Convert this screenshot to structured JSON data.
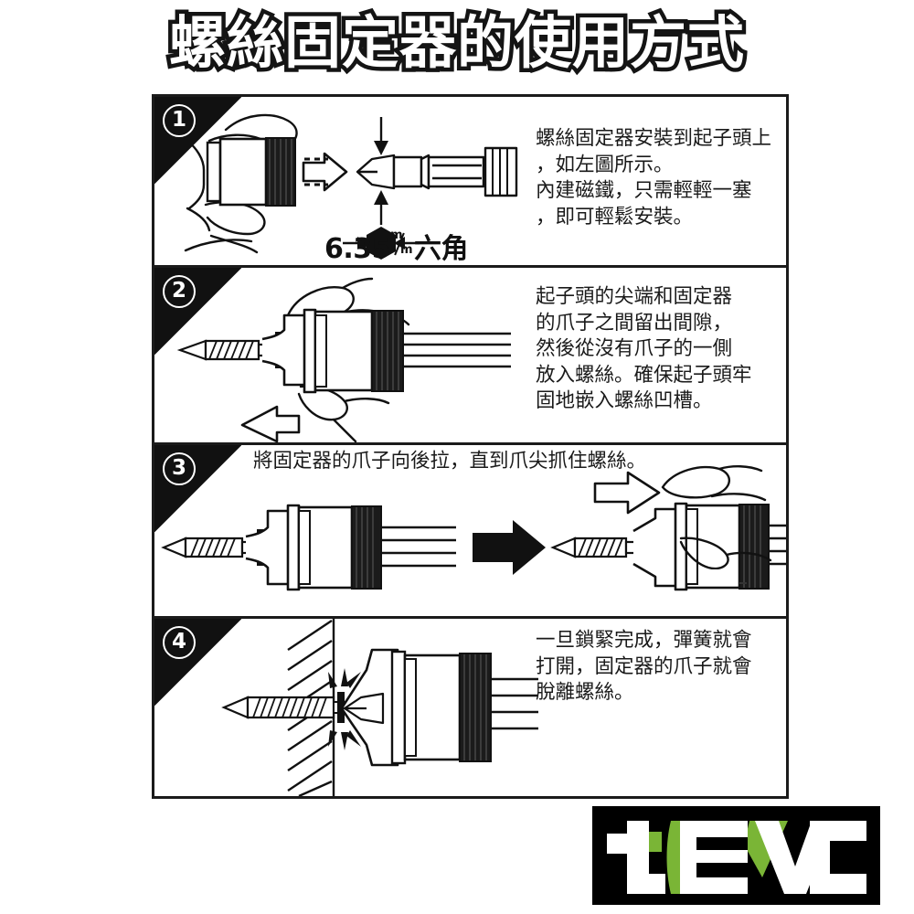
{
  "document": {
    "title": "螺絲固定器的使用方式",
    "language": "zh-Hant",
    "type": "instruction-diagram",
    "panel_count": 4
  },
  "colors": {
    "ink": "#1a1a1a",
    "paper": "#ffffff",
    "logo_bg": "#000000",
    "logo_text": "#ffffff",
    "logo_accent_green": "#7ab536"
  },
  "steps": [
    {
      "number": "1",
      "text": "螺絲固定器安裝到起子頭上\n，如左圖所示。\n內建磁鐵，只需輕輕一塞\n，即可輕鬆安裝。",
      "caption": {
        "value": "6.35",
        "unit_top": "m",
        "unit_bottom": "m",
        "suffix": "六角",
        "full": "6.35m/m六角"
      },
      "figure": "hand-holding-holder-and-driver-bit"
    },
    {
      "number": "2",
      "text": "起子頭的尖端和固定器\n的爪子之間留出間隙，\n然後從沒有爪子的一側\n放入螺絲。確保起子頭牢\n固地嵌入螺絲凹槽。",
      "figure": "screw-inserted-into-holder-with-left-arrow"
    },
    {
      "number": "3",
      "text": "將固定器的爪子向後拉，直到爪尖抓住螺絲。",
      "figure": "before-after-pull-back-claws"
    },
    {
      "number": "4",
      "text": "一旦鎖緊完成，彈簧就會\n打開，固定器的爪子就會\n脫離螺絲。",
      "figure": "screw-driven-into-wall-claws-released"
    }
  ],
  "logo": {
    "brand": "tevc",
    "letters": [
      "t",
      "e",
      "v",
      "c"
    ]
  }
}
